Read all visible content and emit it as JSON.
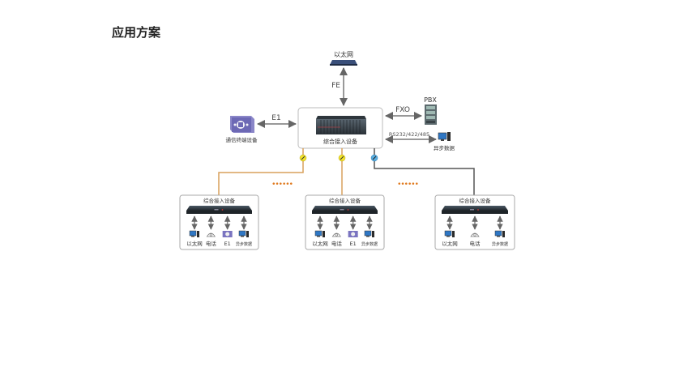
{
  "page": {
    "title": "应用方案"
  },
  "diagram": {
    "ethernet_top": {
      "label": "以太网",
      "icon": "switch-icon"
    },
    "fe_link": {
      "label": "FE"
    },
    "central": {
      "label": "综合接入设备",
      "icon": "rack-chassis-icon"
    },
    "left_device": {
      "label": "通信终端设备",
      "icon": "comm-terminal-icon",
      "link_label": "E1"
    },
    "pbx": {
      "label": "PBX",
      "icon": "pbx-icon",
      "link_label": "FXO"
    },
    "async_top": {
      "label": "异步数据",
      "icon": "computer-icon",
      "link_label": "RS232/422/485"
    },
    "ellipsis": "••••••",
    "remotes": [
      {
        "label": "综合接入设备",
        "link_color": "#d9a05c",
        "connector_color": "#f2e32a",
        "endpoints": [
          {
            "label": "以太网",
            "icon": "computer-icon"
          },
          {
            "label": "电话",
            "icon": "phone-icon"
          },
          {
            "label": "E1",
            "icon": "e1-device-icon"
          },
          {
            "label": "异步数据",
            "icon": "computer-icon"
          }
        ]
      },
      {
        "label": "综合接入设备",
        "link_color": "#d9a05c",
        "connector_color": "#f2e32a",
        "endpoints": [
          {
            "label": "以太网",
            "icon": "computer-icon"
          },
          {
            "label": "电话",
            "icon": "phone-icon"
          },
          {
            "label": "E1",
            "icon": "e1-device-icon"
          },
          {
            "label": "异步数据",
            "icon": "computer-icon"
          }
        ]
      },
      {
        "label": "综合接入设备",
        "link_color": "#555555",
        "connector_color": "#5aaee0",
        "endpoints": [
          {
            "label": "以太网",
            "icon": "computer-icon"
          },
          {
            "label": "电话",
            "icon": "phone-icon"
          },
          {
            "label": "异步数据",
            "icon": "computer-icon"
          }
        ]
      }
    ]
  }
}
